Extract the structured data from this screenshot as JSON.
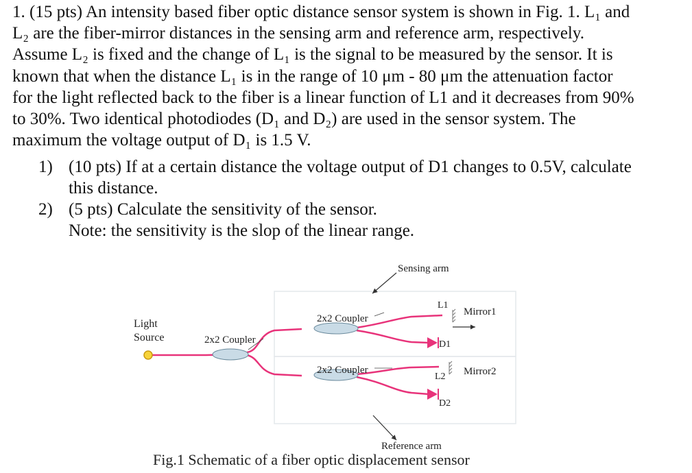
{
  "problem": {
    "line1": "1. (15 pts) An intensity based fiber optic distance sensor system is shown in Fig. 1. L₁ and",
    "line2": "L₂ are the fiber-mirror distances in the sensing arm and reference arm, respectively.",
    "line3": "Assume L₂ is fixed and the change of L₁ is the signal to be measured by the sensor. It is",
    "line4": "known that when the distance L₁ is in the range of 10  μm - 80 μm the attenuation factor",
    "line5": "for the light reflected back to the fiber is a linear function of L1 and it decreases from 90%",
    "line6": "to 30%. Two identical photodiodes (D₁ and D₂) are used in the sensor system. The",
    "line7": "maximum the voltage output of D₁ is 1.5 V."
  },
  "subquestions": [
    {
      "num": "1)",
      "line1": "(10 pts) If at a certain distance the voltage output of D1 changes to 0.5V, calculate",
      "line2": "this distance."
    },
    {
      "num": "2)",
      "line1": "(5 pts) Calculate the sensitivity of the sensor.",
      "line2": "Note: the sensitivity is the slop of the linear range."
    }
  ],
  "figure": {
    "sensing_arm": "Sensing arm",
    "reference_arm": "Reference arm",
    "light": "Light",
    "source": "Source",
    "coupler_main": "2x2 Coupler",
    "coupler_top": "2x2 Coupler",
    "coupler_bottom": "2x2 Coupler",
    "l1": "L1",
    "l2": "L2",
    "mirror1": "Mirror1",
    "mirror2": "Mirror2",
    "d1": "D1",
    "d2": "D2",
    "caption": "Fig.1 Schematic of a fiber optic displacement sensor",
    "fiber_color": "#e8337a",
    "coupler_color": "#c9dbe6"
  }
}
